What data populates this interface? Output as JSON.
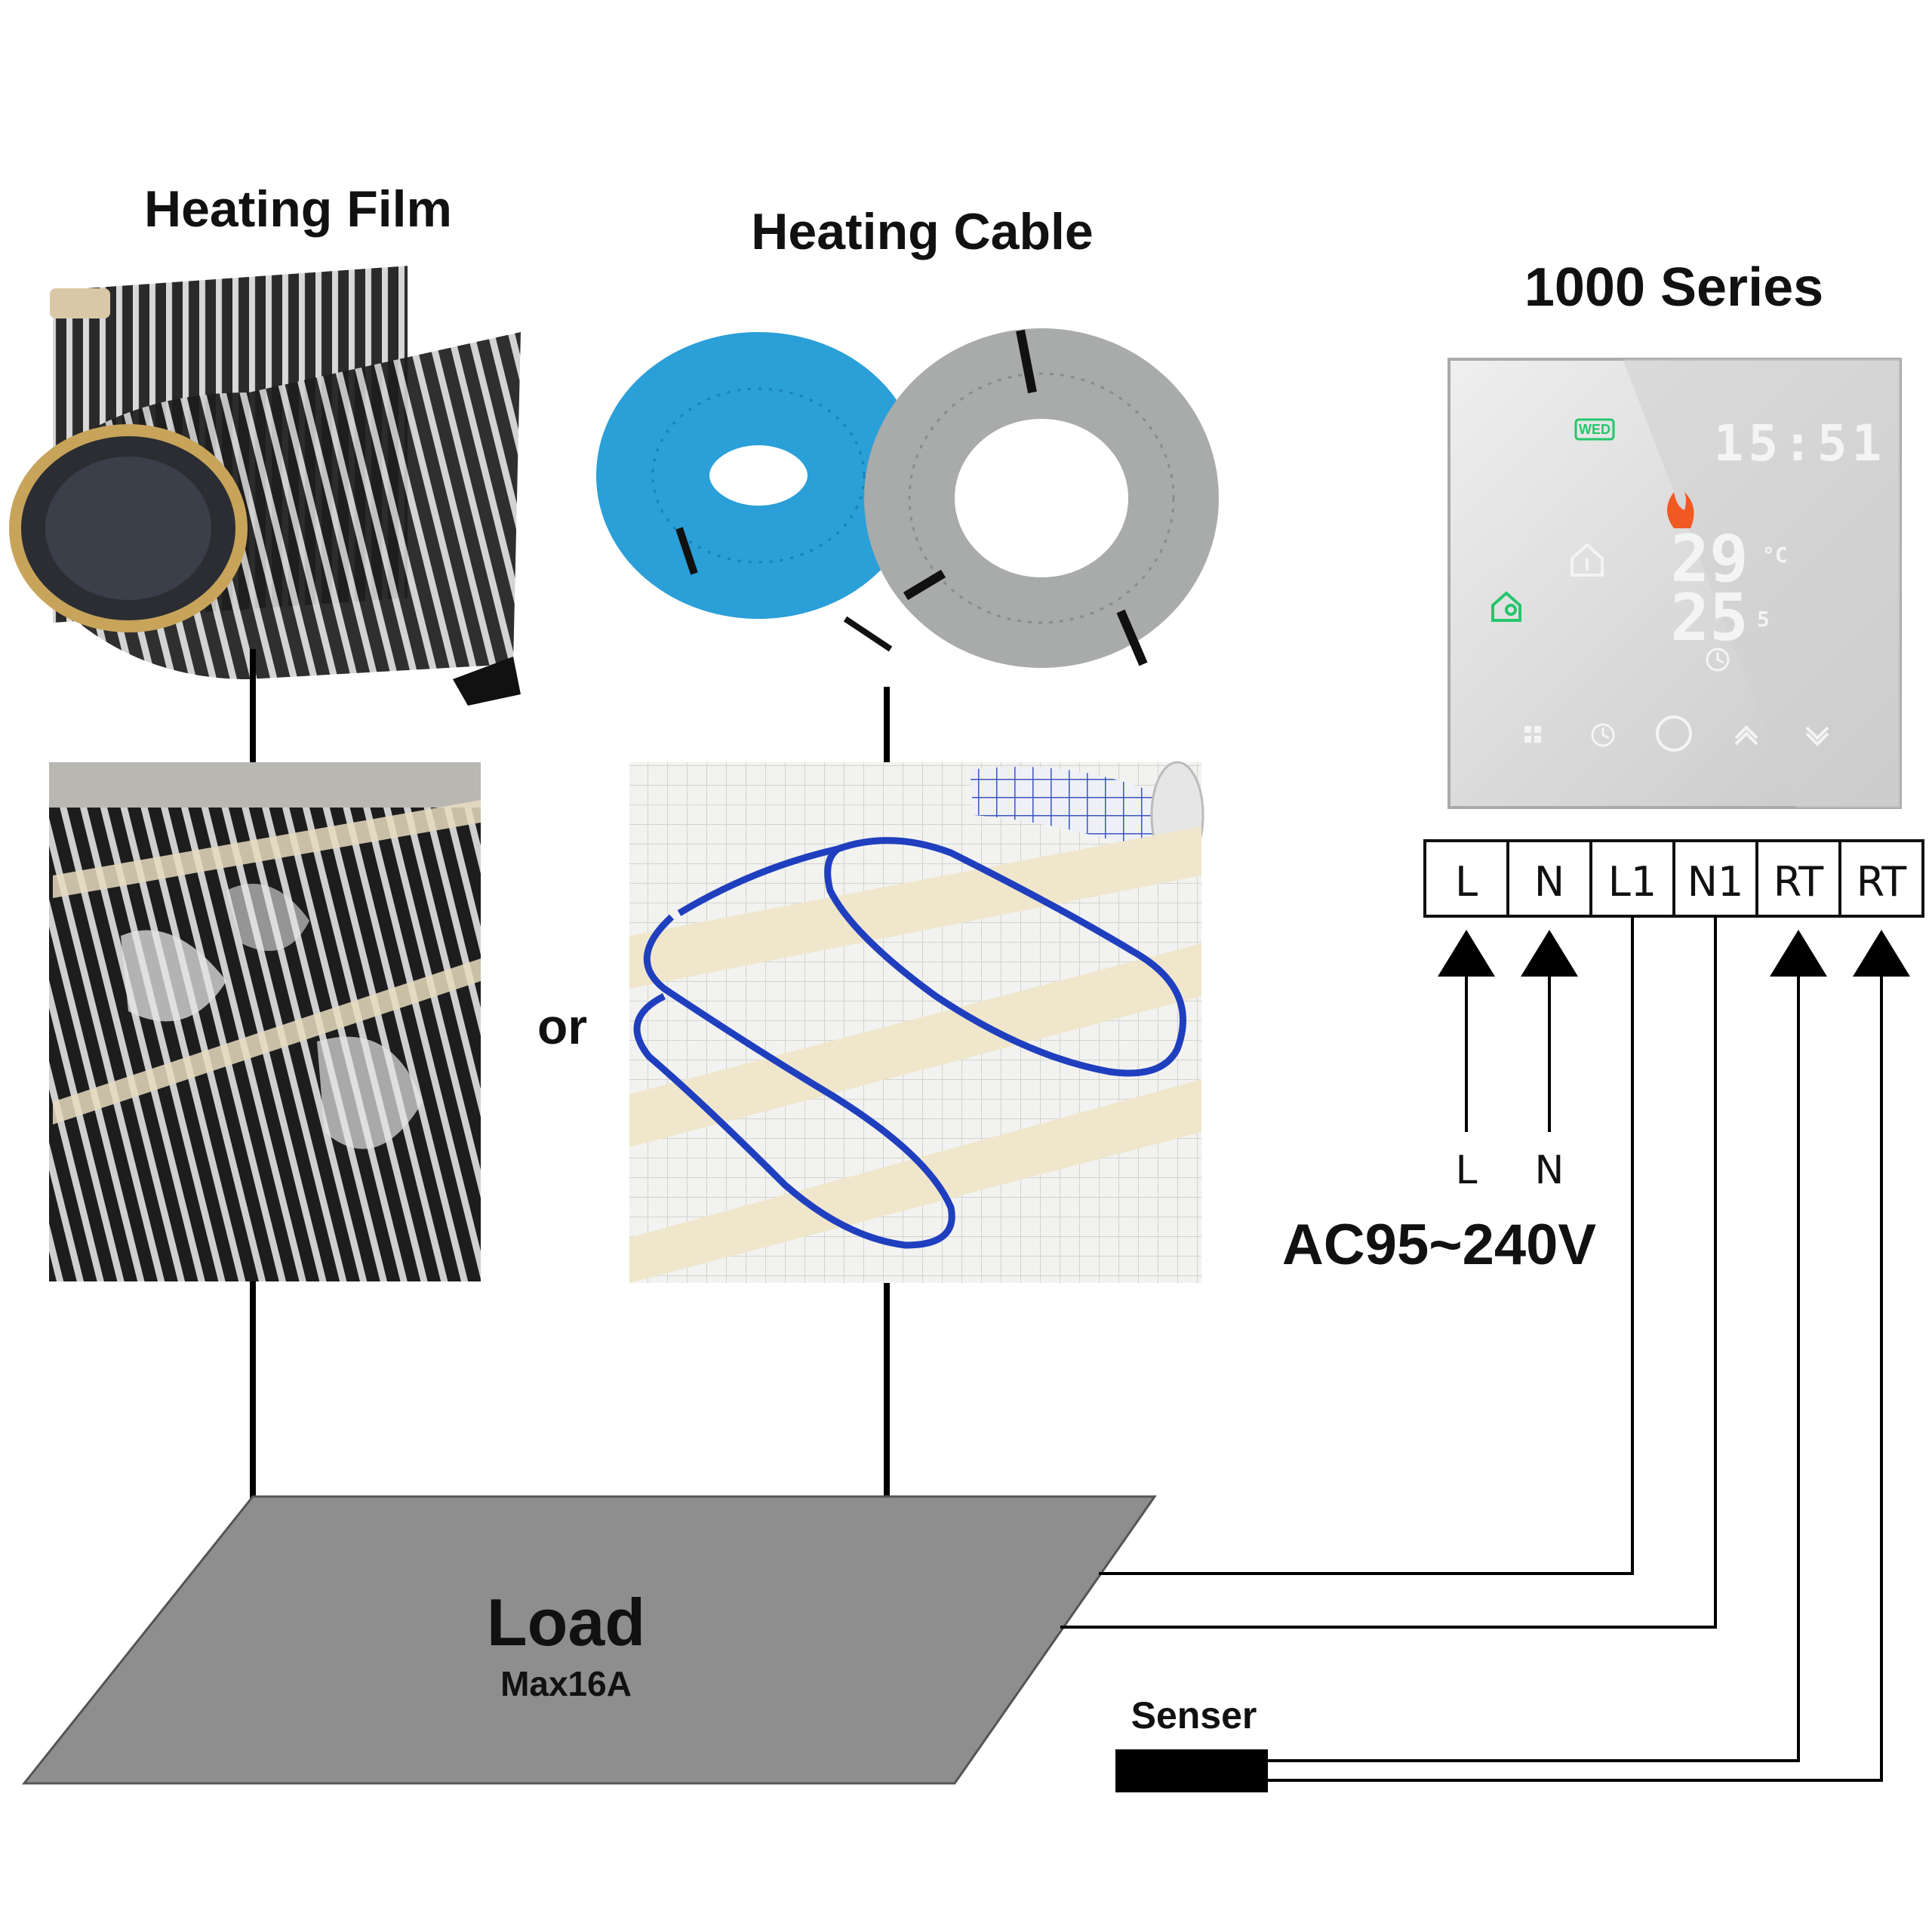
{
  "titles": {
    "film": "Heating Film",
    "cable": "Heating Cable",
    "series": "1000 Series"
  },
  "connector_word": "or",
  "terminals": [
    "L",
    "N",
    "L1",
    "N1",
    "RT",
    "RT"
  ],
  "supply": {
    "l_label": "L",
    "n_label": "N",
    "voltage": "AC95~240V"
  },
  "load": {
    "label": "Load",
    "rating": "Max16A"
  },
  "sensor_label": "Senser",
  "thermostat": {
    "day": "WED",
    "clock": "15:51",
    "set_temp": "29",
    "set_unit": "°C",
    "room_temp": "25",
    "room_unit": "5"
  },
  "colors": {
    "cable_blue": "#2a9fd8",
    "cable_gray": "#a9abab",
    "mat_wire": "#1f3fbf",
    "load_gray": "#8e8e8e",
    "accent_green": "#25c66a",
    "flame": "#f05a22"
  }
}
